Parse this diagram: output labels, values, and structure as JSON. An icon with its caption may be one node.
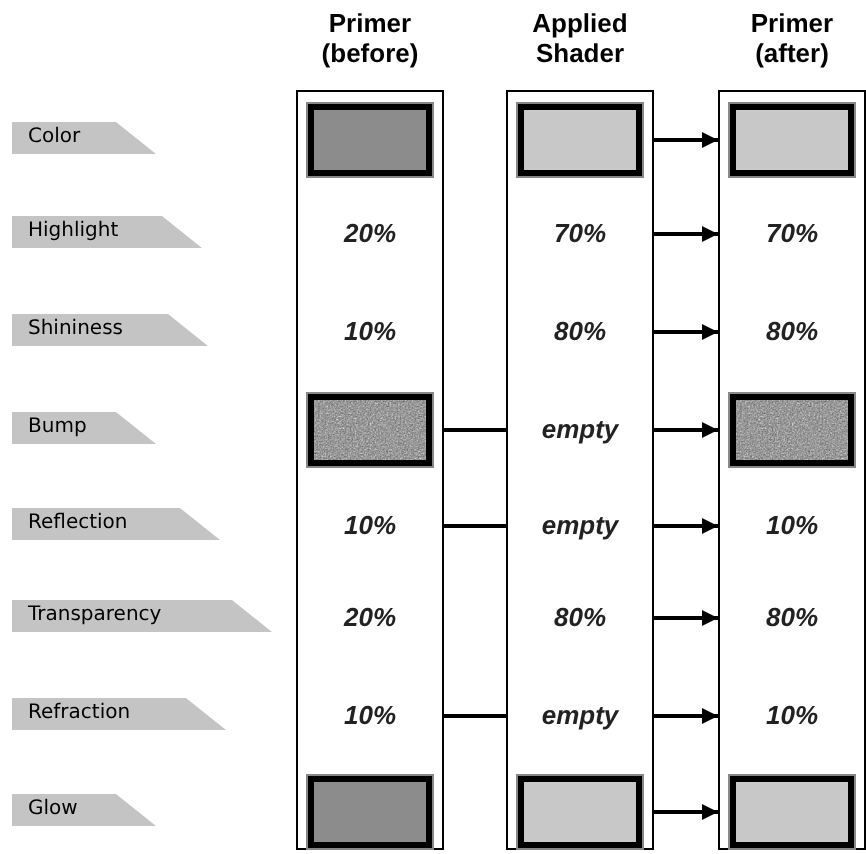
{
  "diagram": {
    "nodes": [
      {
        "text": [
          "Color"
        ]
      },
      {
        "text": [
          "Highlight"
        ]
      },
      {
        "text": [
          "Shininess"
        ]
      },
      {
        "text": [
          "Bump"
        ]
      },
      {
        "text": [
          "Reflection"
        ]
      },
      {
        "text": [
          "Transparency"
        ]
      },
      {
        "text": [
          "Refraction"
        ]
      },
      {
        "text": [
          "Glow"
        ]
      },
      {
        "text": [
          "Primer (before)"
        ]
      },
      {
        "text": [],
        "shape": "box",
        "in": 8
      },
      {
        "text": [
          "20%"
        ],
        "in": 8
      },
      {
        "text": [
          "10%"
        ],
        "in": 8
      },
      {
        "text": [],
        "shape": "box",
        "in": 8
      },
      {
        "text": [
          "10%"
        ],
        "in": 8
      },
      {
        "text": [
          "20%"
        ],
        "in": 8
      },
      {
        "text": [
          "10%"
        ],
        "in": 8
      },
      {
        "text": [],
        "shape": "box",
        "in": 8
      },
      {
        "text": [
          "Applied Shader"
        ]
      },
      {
        "text": [],
        "shape": "box",
        "in": 17
      },
      {
        "text": [
          "70%"
        ],
        "in": 17
      },
      {
        "text": [
          "80%"
        ],
        "in": 17
      },
      {
        "text": [
          "empty"
        ],
        "in": 17
      },
      {
        "text": [
          "empty"
        ],
        "in": 17
      },
      {
        "text": [
          "80%"
        ],
        "in": 17
      },
      {
        "text": [
          "empty"
        ],
        "in": 17
      },
      {
        "text": [],
        "shape": "box",
        "in": 17
      },
      {
        "text": [
          "Primer (after)"
        ]
      },
      {
        "text": [],
        "shape": "box",
        "in": 26
      },
      {
        "text": [
          "70%"
        ],
        "in": 26
      },
      {
        "text": [
          "80%"
        ],
        "in": 26
      },
      {
        "text": [],
        "shape": "box",
        "in": 26
      },
      {
        "text": [
          "10%"
        ],
        "in": 26
      },
      {
        "text": [
          "80%"
        ],
        "in": 26
      },
      {
        "text": [
          "10%"
        ],
        "in": 26
      },
      {
        "text": [],
        "shape": "box",
        "in": 26
      }
    ],
    "edges": [
      {
        "from": 18,
        "to": 27,
        "arrow": "to"
      },
      {
        "from": 19,
        "to": 28,
        "arrow": "to"
      },
      {
        "from": 20,
        "to": 29,
        "arrow": "to"
      },
      {
        "from": 12,
        "to": 21,
        "arrow": "none"
      },
      {
        "from": 21,
        "to": 30,
        "arrow": "to"
      },
      {
        "from": 13,
        "to": 22,
        "arrow": "none"
      },
      {
        "from": 22,
        "to": 31,
        "arrow": "to"
      },
      {
        "from": 23,
        "to": 32,
        "arrow": "to"
      },
      {
        "from": 15,
        "to": 24,
        "arrow": "none"
      },
      {
        "from": 24,
        "to": 33,
        "arrow": "to"
      },
      {
        "from": 25,
        "to": 34,
        "arrow": "to"
      }
    ]
  }
}
